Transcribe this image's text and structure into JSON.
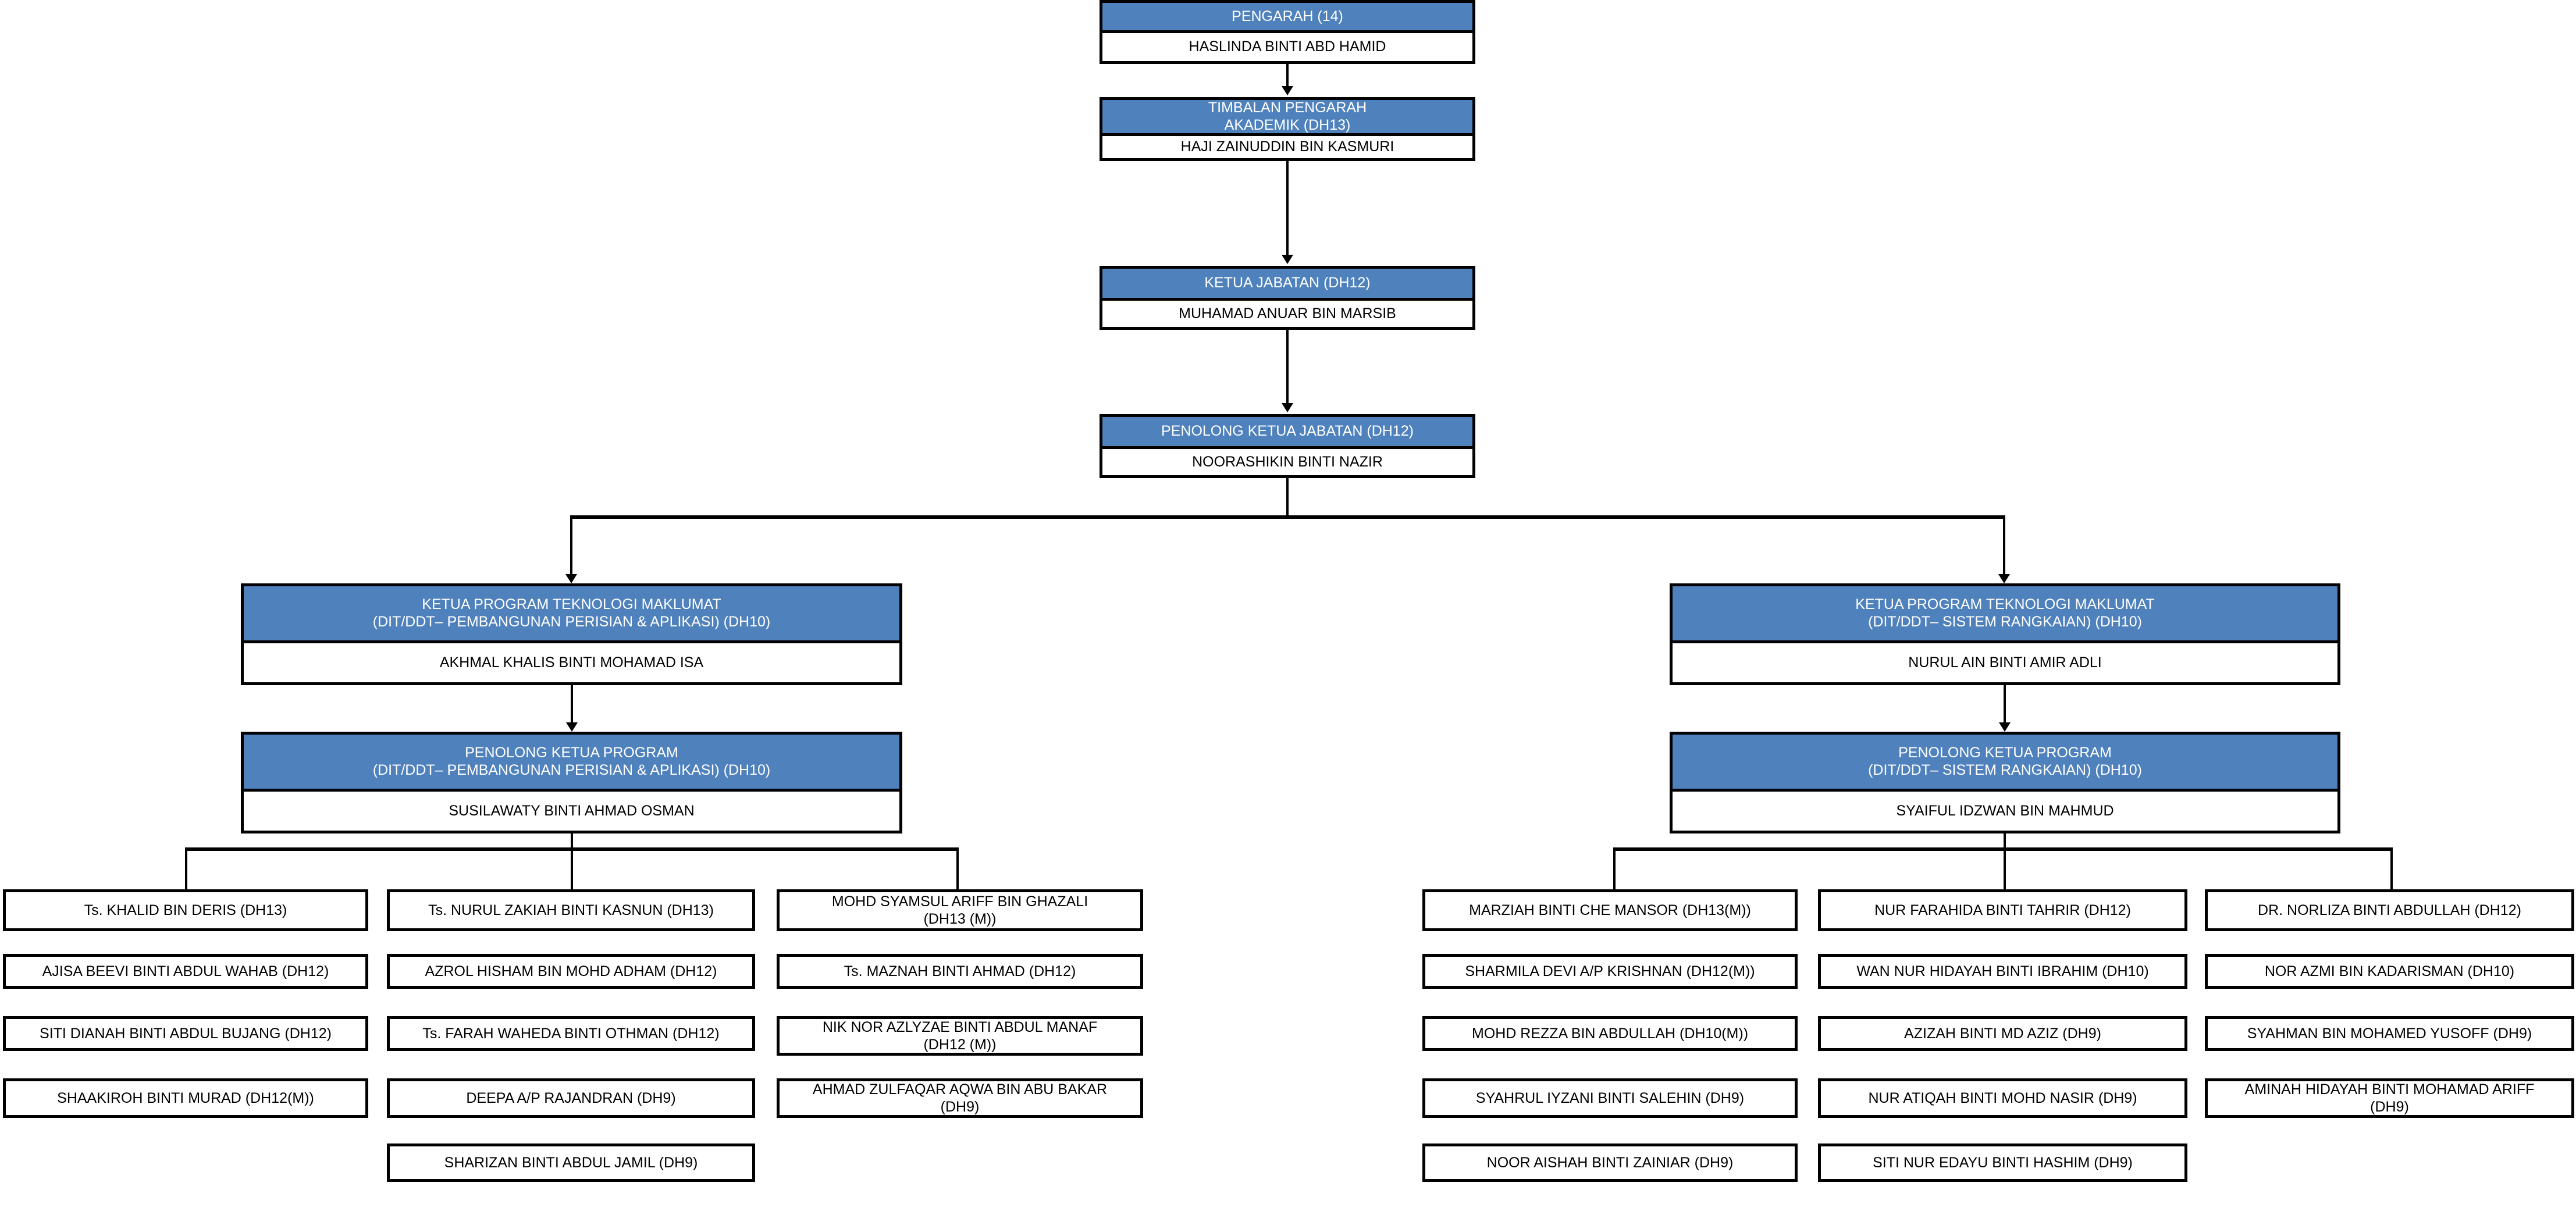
{
  "meta": {
    "accent_blue": "#4F81BD",
    "line_color": "#000000",
    "box_fill": "#FFFFFF"
  },
  "chain": [
    {
      "title": "PENGARAH (14)",
      "name": "HASLINDA BINTI ABD HAMID"
    },
    {
      "title": "TIMBALAN PENGARAH\nAKADEMIK (DH13)",
      "name": "HAJI ZAINUDDIN BIN KASMURI"
    },
    {
      "title": "KETUA JABATAN (DH12)",
      "name": "MUHAMAD ANUAR BIN MARSIB"
    },
    {
      "title": "PENOLONG KETUA JABATAN (DH12)",
      "name": "NOORASHIKIN BINTI NAZIR"
    }
  ],
  "branches": [
    {
      "id": "software",
      "head": {
        "title_line1": "KETUA PROGRAM TEKNOLOGI MAKLUMAT",
        "title_line2": "(DIT/DDT– PEMBANGUNAN PERISIAN & APLIKASI) (DH10)",
        "name": "AKHMAL KHALIS BINTI MOHAMAD ISA"
      },
      "assistant": {
        "title_line1": "PENOLONG KETUA PROGRAM",
        "title_line2": "(DIT/DDT– PEMBANGUNAN PERISIAN & APLIKASI) (DH10)",
        "name": "SUSILAWATY BINTI AHMAD OSMAN"
      },
      "columns": [
        [
          "Ts. KHALID BIN DERIS (DH13)",
          "AJISA BEEVI BINTI ABDUL WAHAB  (DH12)",
          "SITI DIANAH BINTI ABDUL BUJANG (DH12)",
          "SHAAKIROH BINTI MURAD (DH12(M))"
        ],
        [
          "Ts. NURUL ZAKIAH BINTI KASNUN (DH13)",
          "AZROL HISHAM BIN MOHD ADHAM (DH12)",
          "Ts. FARAH WAHEDA BINTI OTHMAN (DH12)",
          "DEEPA A/P RAJANDRAN (DH9)",
          "SHARIZAN BINTI ABDUL JAMIL (DH9)"
        ],
        [
          "MOHD SYAMSUL ARIFF BIN GHAZALI\n(DH13 (M))",
          "Ts. MAZNAH BINTI AHMAD (DH12)",
          "NIK NOR AZLYZAE BINTI ABDUL MANAF\n(DH12 (M))",
          "AHMAD ZULFAQAR AQWA BIN ABU BAKAR\n(DH9)"
        ]
      ]
    },
    {
      "id": "network",
      "head": {
        "title_line1": "KETUA PROGRAM TEKNOLOGI MAKLUMAT",
        "title_line2": "(DIT/DDT– SISTEM RANGKAIAN) (DH10)",
        "name": "NURUL AIN BINTI AMIR ADLI"
      },
      "assistant": {
        "title_line1": "PENOLONG KETUA PROGRAM",
        "title_line2": "(DIT/DDT– SISTEM RANGKAIAN) (DH10)",
        "name": "SYAIFUL IDZWAN BIN MAHMUD"
      },
      "columns": [
        [
          "MARZIAH BINTI CHE MANSOR (DH13(M))",
          "SHARMILA DEVI A/P KRISHNAN (DH12(M))",
          "MOHD REZZA BIN ABDULLAH (DH10(M))",
          "SYAHRUL IYZANI BINTI SALEHIN (DH9)",
          "NOOR AISHAH BINTI ZAINIAR (DH9)"
        ],
        [
          "NUR FARAHIDA BINTI TAHRIR (DH12)",
          "WAN NUR HIDAYAH BINTI IBRAHIM (DH10)",
          "AZIZAH BINTI MD AZIZ (DH9)",
          "NUR ATIQAH BINTI MOHD NASIR (DH9)",
          "SITI NUR EDAYU BINTI HASHIM (DH9)"
        ],
        [
          "DR. NORLIZA BINTI ABDULLAH (DH12)",
          "NOR AZMI BIN KADARISMAN (DH10)",
          "SYAHMAN BIN MOHAMED YUSOFF (DH9)",
          "AMINAH HIDAYAH BINTI MOHAMAD ARIFF\n(DH9)"
        ]
      ]
    }
  ]
}
